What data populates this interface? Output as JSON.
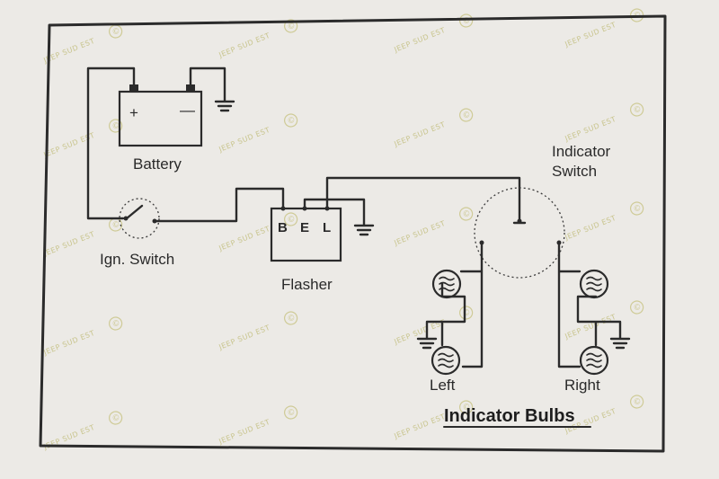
{
  "diagram": {
    "labels": {
      "battery": "Battery",
      "battery_plus": "+",
      "battery_minus": "—",
      "ignition_switch": "Ign. Switch",
      "flasher": "Flasher",
      "flasher_terminals": [
        "B",
        "E",
        "L"
      ],
      "indicator_switch_line1": "Indicator",
      "indicator_switch_line2": "Switch",
      "left": "Left",
      "right": "Right",
      "indicator_bulbs": "Indicator Bulbs"
    },
    "watermark": {
      "text": "JEEP SUD EST",
      "symbol": "©"
    }
  }
}
